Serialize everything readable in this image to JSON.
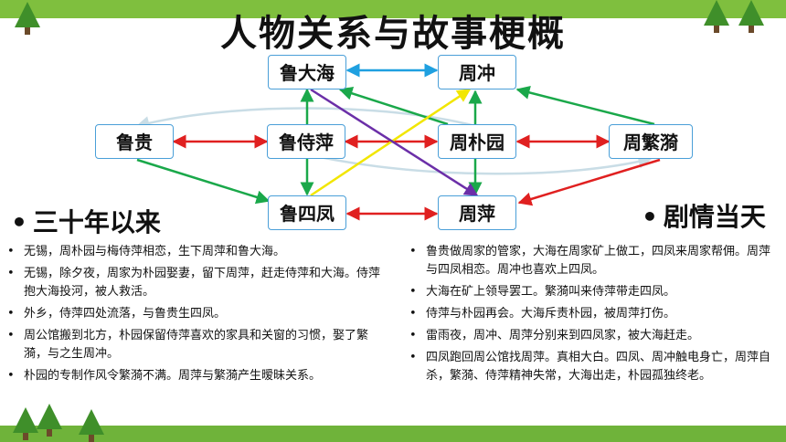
{
  "title": "人物关系与故事梗概",
  "nodes": {
    "ludahai": "鲁大海",
    "zhouchong": "周冲",
    "lugui": "鲁贵",
    "lushiping": "鲁侍萍",
    "zhoupuyuan": "周朴园",
    "zhoufanyi": "周繁漪",
    "lusifeng": "鲁四凤",
    "zhouping": "周萍"
  },
  "left_section": {
    "heading": "三十年以来",
    "items": [
      "无锡，周朴园与梅侍萍相恋，生下周萍和鲁大海。",
      "无锡，除夕夜，周家为朴园娶妻，留下周萍，赶走侍萍和大海。侍萍抱大海投河，被人救活。",
      "外乡，侍萍四处流落，与鲁贵生四凤。",
      "周公馆搬到北方，朴园保留侍萍喜欢的家具和关窗的习惯，娶了繁漪，与之生周冲。",
      "朴园的专制作风令繁漪不满。周萍与繁漪产生暧昧关系。"
    ]
  },
  "right_section": {
    "heading": "剧情当天",
    "items": [
      "鲁贵做周家的管家，大海在周家矿上做工，四凤来周家帮佣。周萍与四凤相恋。周冲也喜欢上四凤。",
      "大海在矿上领导罢工。繁漪叫来侍萍带走四凤。",
      "侍萍与朴园再会。大海斥责朴园，被周萍打伤。",
      "雷雨夜，周冲、周萍分别来到四凤家，被大海赶走。",
      "四凤跑回周公馆找周萍。真相大白。四凤、周冲触电身亡，周萍自杀，繁漪、侍萍精神失常，大海出走，朴园孤独终老。"
    ]
  },
  "colors": {
    "node_border": "#4a9fd8",
    "red": "#e02020",
    "green": "#1aa84a",
    "blue": "#1fa0e0",
    "yellow": "#f2e600",
    "purple": "#6b2fa8",
    "grey": "#c9dde6"
  }
}
